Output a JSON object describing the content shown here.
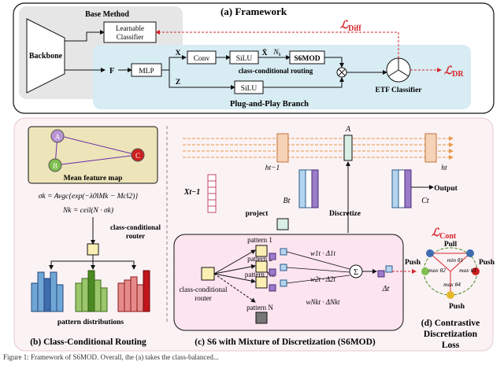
{
  "framework": {
    "title": "(a) Framework",
    "base_method": "Base Method",
    "backbone": "Backbone",
    "learnable_classifier": [
      "Learnable",
      "Classifier"
    ],
    "loss_diff": "ℒDiff",
    "loss_diff_main": "ℒ",
    "loss_diff_sub": "Diff",
    "loss_dr_main": "ℒ",
    "loss_dr_sub": "DR",
    "F": "F",
    "mlp": "MLP",
    "X": "X",
    "Z": "Z",
    "conv": "Conv",
    "silu": "SiLU",
    "xbar": "X̄",
    "nk": "N",
    "nk_sub": "k",
    "s6mod": "S6MOD",
    "routing_label": "class-conditional routing",
    "silu2": "SiLU",
    "plug_branch": "Plug-and-Play Branch",
    "etf": "ETF Classifier"
  },
  "routing": {
    "nodes": [
      "A",
      "B",
      "C"
    ],
    "mean_map": "Mean feature map",
    "sigma_eq": "σk = Avgc{exp(−λ0‖Mk − Mc‖2)}",
    "n_eq": "Nk = ceil(N · σk)",
    "router": [
      "class-conditional",
      "router"
    ],
    "pattern_dist": "pattern distributions",
    "caption": "(b) Class-Conditional Routing"
  },
  "s6": {
    "A": "A",
    "h_prev": "ht−1",
    "h_t": "ht",
    "x_prev": "Xt−1",
    "B_t": "Bt",
    "C_t": "Ct",
    "output": "Output",
    "project": "project",
    "discretize": "Discretize",
    "patterns": [
      "pattern 1",
      "pattern 2",
      "pattern Nk",
      "pattern N"
    ],
    "router": [
      "class-conditional",
      "router"
    ],
    "w1": "w1t · Δ1t",
    "w2": "w2t · Δ2t",
    "wN": "wNkt · ΔNkt",
    "sum": "Σ",
    "delta_t": "Δt",
    "caption": "(c) S6 with Mixture of Discretization (S6MOD)"
  },
  "contrast": {
    "loss_main": "ℒ",
    "loss_sub": "Cont",
    "pull": "Pull",
    "push_left": "Push",
    "push_right": "Push",
    "push_bottom": "Push",
    "min_theta": "min θ1",
    "max_theta2": "max θ2",
    "max_theta3": "max θ3",
    "max_theta4": "max θ4",
    "caption": [
      "(d) Contrastive",
      "Discretization",
      "Loss"
    ]
  },
  "footer": "Figure 1: Framework of S6MOD. Overall, the (a) takes the class-balanced..."
}
